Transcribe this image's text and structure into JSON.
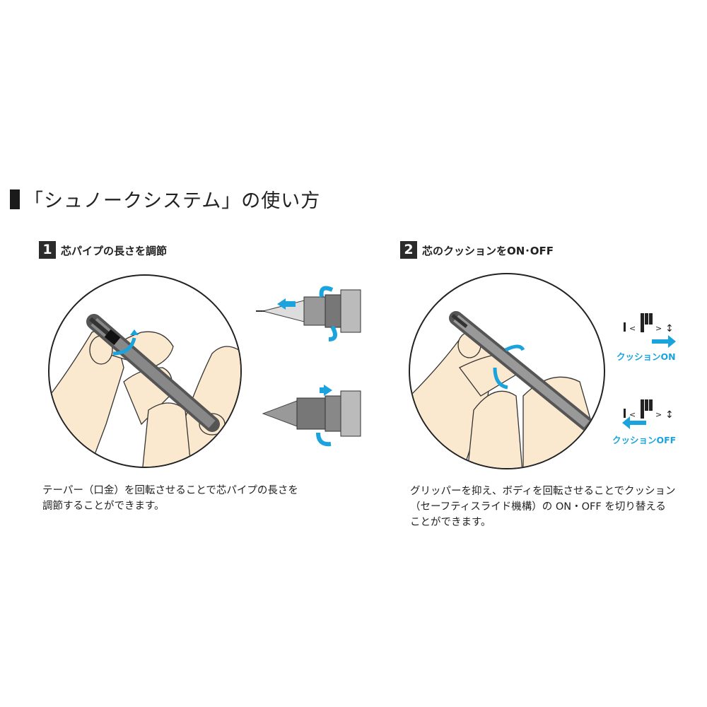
{
  "title": "「シュノークシステム」の使い方",
  "steps": [
    {
      "number": "1",
      "label": "芯パイプの長さを調節",
      "caption_lines": [
        "テーパー（口金）を回転させることで芯パイプの長さを",
        "調節することができます。"
      ]
    },
    {
      "number": "2",
      "label": "芯のクッションをON･OFF",
      "caption_lines": [
        "グリッパーを抑え、ボディを回転させることでクッション",
        "（セーフティスライド機構）の ON・OFF を切り替える",
        "ことができます。"
      ],
      "cushion_on": "クッションON",
      "cushion_off": "クッションOFF"
    }
  ],
  "colors": {
    "accent": "#1aa3dd",
    "skin": "#fbe9cf",
    "dark": "#2b2b2b"
  }
}
